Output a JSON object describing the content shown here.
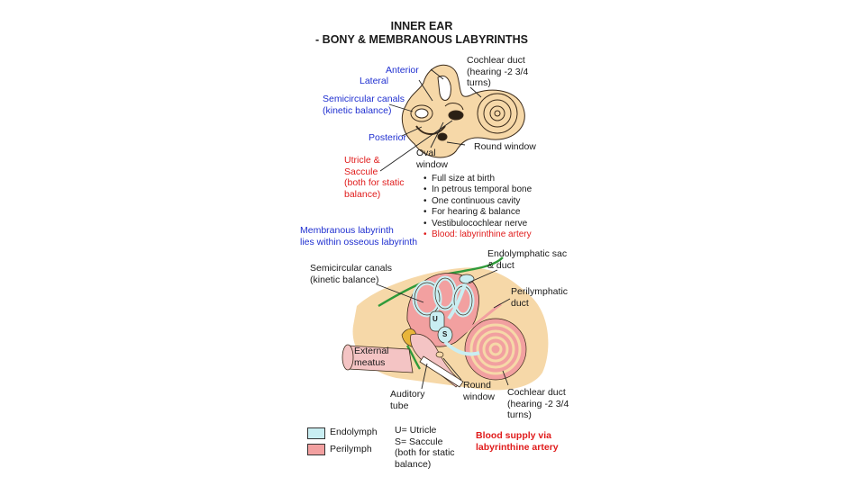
{
  "title": {
    "line1": "INNER EAR",
    "line2": "- BONY & MEMBRANOUS LABYRINTHS"
  },
  "top_diagram": {
    "labels": {
      "anterior": "Anterior",
      "lateral": "Lateral",
      "semicircular_1": "Semicircular canals",
      "semicircular_2": "(kinetic balance)",
      "posterior": "Posterior",
      "cochlear_1": "Cochlear duct",
      "cochlear_2": "(hearing -2 3/4",
      "cochlear_3": "turns)",
      "round_window": "Round window",
      "oval_1": "Oval",
      "oval_2": "window",
      "utricle_1": "Utricle &",
      "utricle_2": "Saccule",
      "utricle_3": "(both for static",
      "utricle_4": "balance)"
    },
    "bullets": [
      "Full size at birth",
      "In petrous temporal bone",
      "One continuous cavity",
      "For hearing & balance",
      "Vestibulocochlear nerve",
      "Blood: labyrinthine artery"
    ]
  },
  "membranous_note": {
    "line1": "Membranous labyrinth",
    "line2": "lies within osseous labyrinth"
  },
  "bottom_diagram": {
    "labels": {
      "semicircular_1": "Semicircular canals",
      "semicircular_2": "(kinetic balance)",
      "endolymphatic_1": "Endolymphatic sac",
      "endolymphatic_2": "& duct",
      "perilymphatic_1": "Perilymphatic",
      "perilymphatic_2": "duct",
      "external_1": "External",
      "external_2": "meatus",
      "auditory_1": "Auditory",
      "auditory_2": "tube",
      "round_1": "Round",
      "round_2": "window",
      "cochlear_1": "Cochlear duct",
      "cochlear_2": "(hearing -2 3/4",
      "cochlear_3": "turns)",
      "u": "U",
      "s": "S"
    }
  },
  "legend": {
    "endolymph": "Endolymph",
    "perilymph": "Perilymph",
    "abbr_1": "U= Utricle",
    "abbr_2": "S= Saccule",
    "abbr_3": "(both for static",
    "abbr_4": "balance)",
    "blood_1": "Blood supply via",
    "blood_2": "labyrinthine artery"
  },
  "colors": {
    "bone": "#f6d8a8",
    "endolymph": "#c9eef2",
    "perilymph": "#f2a0a0",
    "membrane_green": "#2f9a3a",
    "label_blue": "#1f2fd0",
    "label_red": "#e01b1b"
  }
}
